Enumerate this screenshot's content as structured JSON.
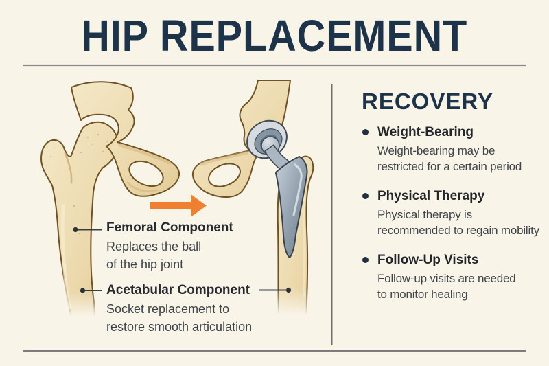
{
  "title": "HIP REPLACEMENT",
  "labels": {
    "femoral": {
      "title": "Femoral Component",
      "line1": "Replaces the ball",
      "line2": "of the hip joint"
    },
    "acetabular": {
      "title": "Acetabular Component",
      "line1": "Socket replacement to",
      "line2": "restore smooth articulation"
    }
  },
  "recovery": {
    "heading": "RECOVERY",
    "items": [
      {
        "title": "Weight-Bearing",
        "line1": "Weight-bearing may be",
        "line2": "restricted for a certain period"
      },
      {
        "title": "Physical Therapy",
        "line1": "Physical therapy is",
        "line2": "recommended to regain mobility"
      },
      {
        "title": "Follow-Up Visits",
        "line1": "Follow-up visits are needed",
        "line2": "to monitor healing"
      }
    ]
  },
  "icons": {
    "arrow": "arrow-right-icon",
    "bullet": "bullet-dot"
  },
  "colors": {
    "background": "#f9f4e8",
    "heading_navy": "#1d3349",
    "label_title_text": "#26292e",
    "body_text": "#3f444b",
    "bone_fill": "#eddbb0",
    "bone_outline": "#6e5224",
    "implant_light_gray": "#d6dbdf",
    "implant_mid_gray": "#8e9aa7",
    "implant_dark_gray": "#5f6e7b",
    "arrow_orange": "#ee8030",
    "divider_gray": "#848484",
    "pointer_line": "#3a3e44"
  }
}
